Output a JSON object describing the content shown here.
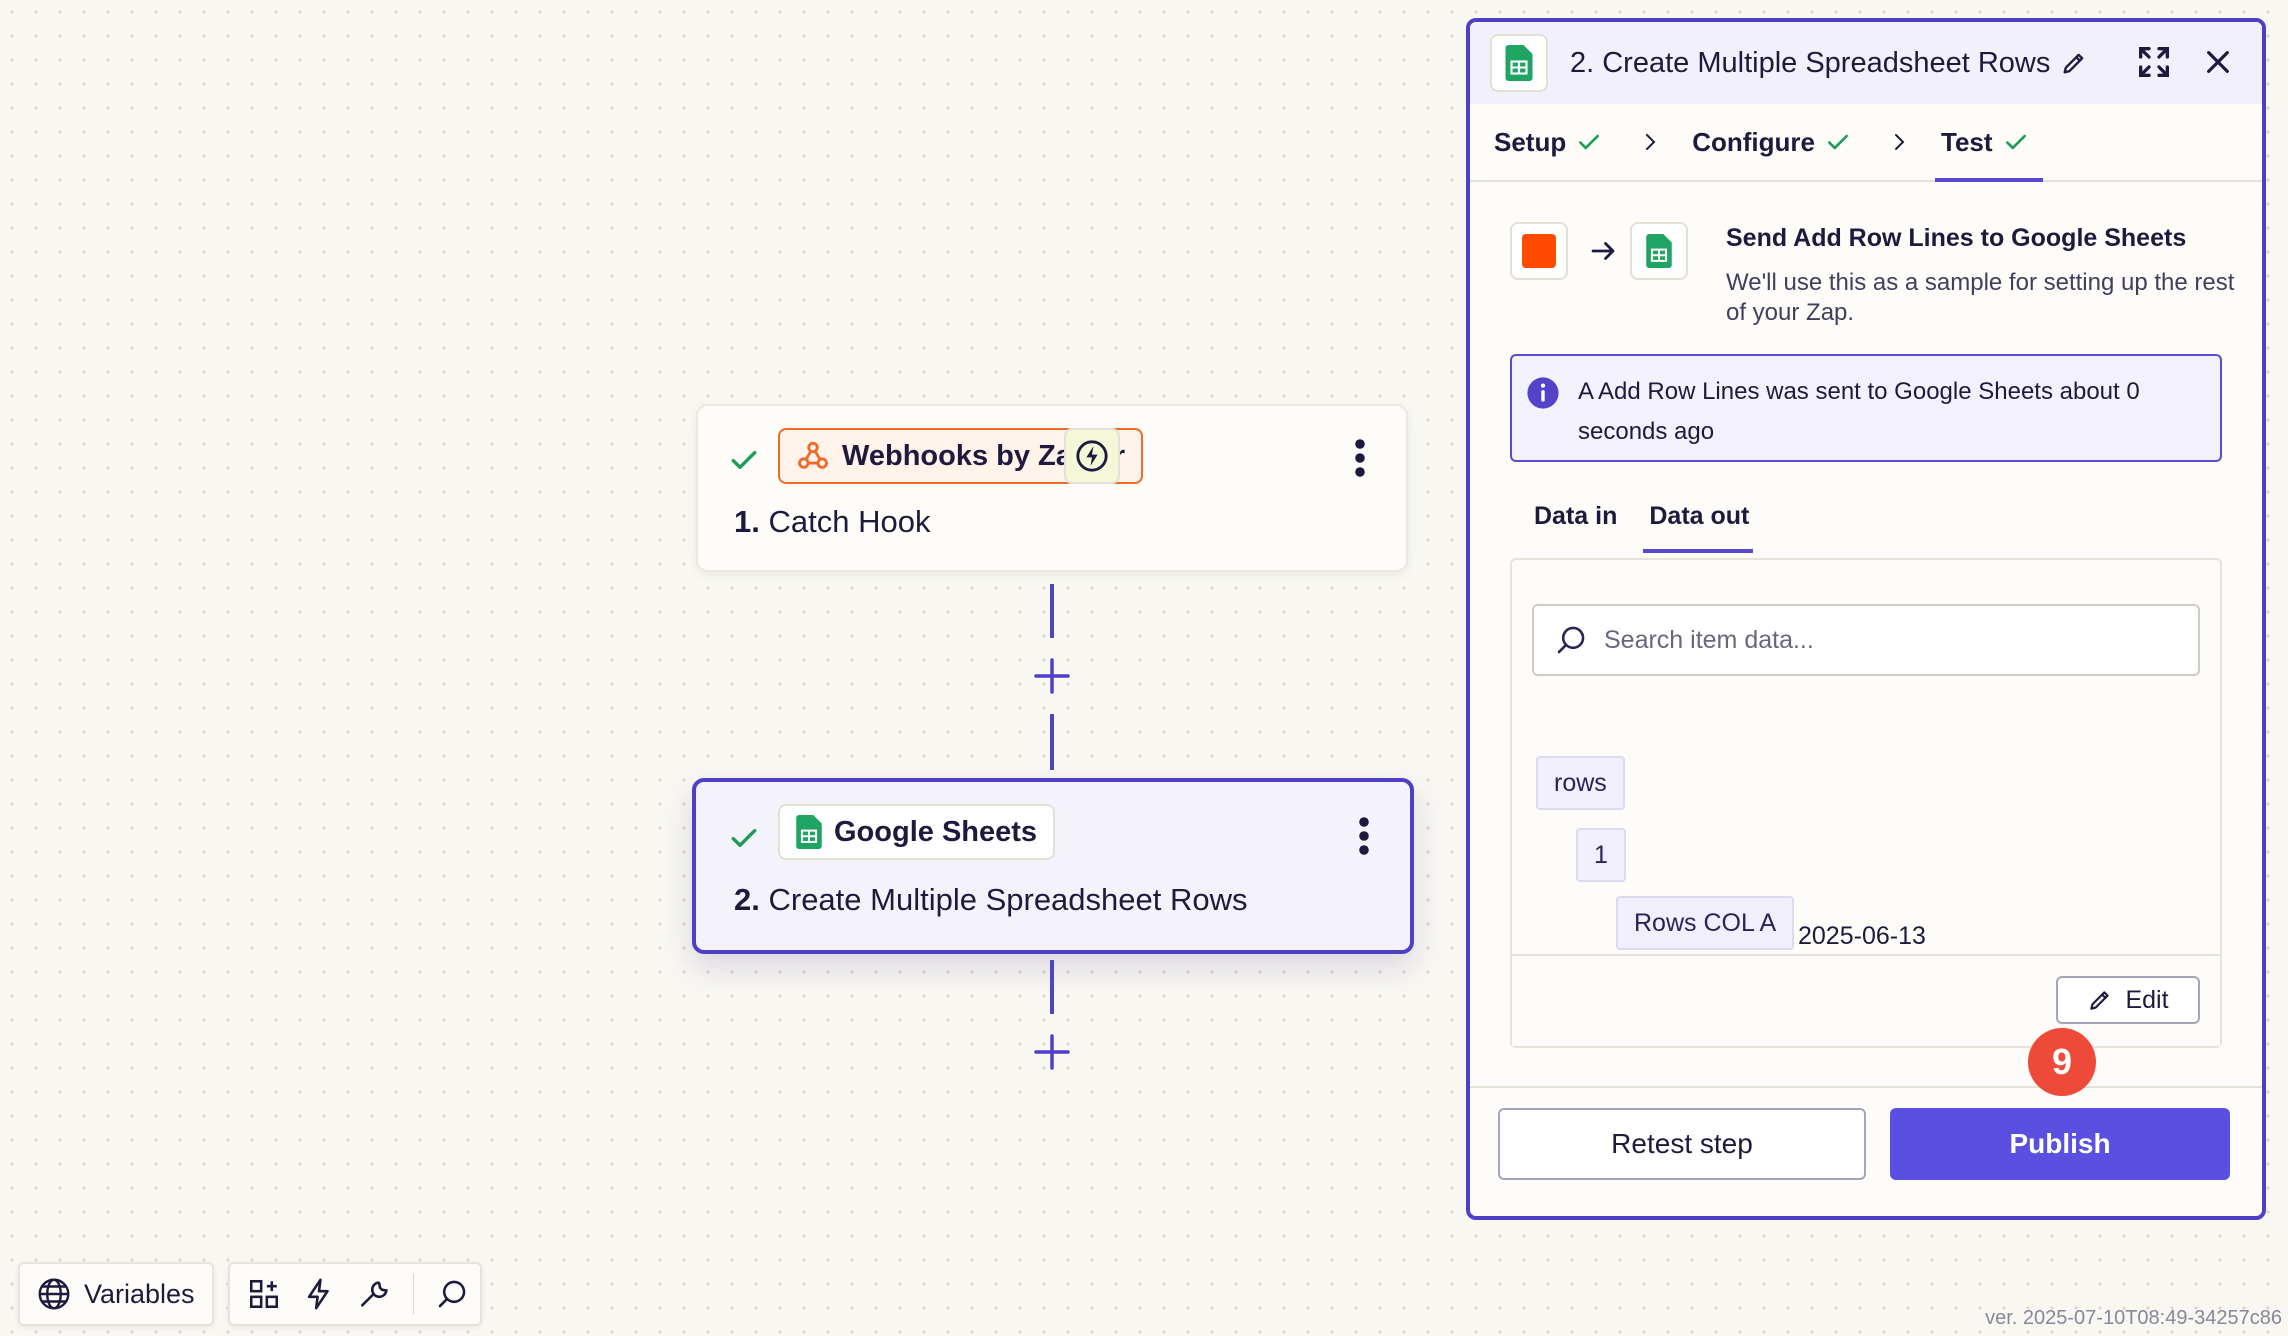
{
  "nodes": [
    {
      "app": "Webhooks by Zapier",
      "number": "1.",
      "title": "Catch Hook"
    },
    {
      "app": "Google Sheets",
      "number": "2.",
      "title": "Create Multiple Spreadsheet Rows"
    }
  ],
  "panel": {
    "title": "2. Create Multiple Spreadsheet Rows",
    "step_tabs": [
      "Setup",
      "Configure",
      "Test"
    ],
    "send_title": "Send Add Row Lines to Google Sheets",
    "send_desc": "We'll use this as a sample for setting up the rest of your Zap.",
    "info": "A Add Row Lines was sent to Google Sheets about 0 seconds ago",
    "data_tabs": [
      "Data in",
      "Data out"
    ],
    "search_placeholder": "Search item data...",
    "tree": {
      "rows_key": "rows",
      "index_key": "1",
      "col_key": "Rows COL A",
      "col_value": "2025-06-13"
    },
    "edit_label": "Edit",
    "retest_label": "Retest step",
    "publish_label": "Publish",
    "step_badge": "9"
  },
  "toolbar": {
    "variables_label": "Variables"
  },
  "version": "ver. 2025-07-10T08:49-34257c86",
  "colors": {
    "accent": "#4f3fc4",
    "publish": "#5a4fe0",
    "badge": "#ee4a3a",
    "sheets_green": "#1fa463",
    "webhook_orange": "#f06a2b"
  }
}
